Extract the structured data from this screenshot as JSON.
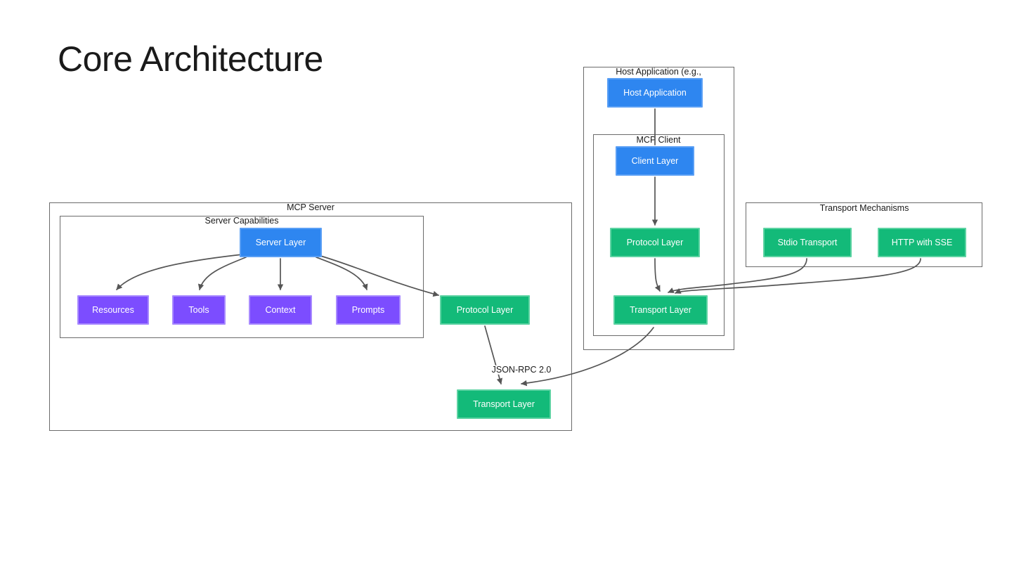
{
  "slide": {
    "title": "Core Architecture"
  },
  "clusters": [
    {
      "id": "mcp-server",
      "label": "MCP Server"
    },
    {
      "id": "server-capabilities",
      "label": "Server Capabilities"
    },
    {
      "id": "host-application",
      "label": "Host Application (e.g.,"
    },
    {
      "id": "mcp-client",
      "label": "MCP Client"
    },
    {
      "id": "transport-mechanisms",
      "label": "Transport Mechanisms"
    }
  ],
  "nodes": [
    {
      "id": "server-layer",
      "label": "Server Layer",
      "type": "blue"
    },
    {
      "id": "resources",
      "label": "Resources",
      "type": "purple"
    },
    {
      "id": "tools",
      "label": "Tools",
      "type": "purple"
    },
    {
      "id": "context",
      "label": "Context",
      "type": "purple"
    },
    {
      "id": "prompts",
      "label": "Prompts",
      "type": "purple"
    },
    {
      "id": "server-protocol-layer",
      "label": "Protocol Layer",
      "type": "green"
    },
    {
      "id": "server-transport-layer",
      "label": "Transport Layer",
      "type": "green"
    },
    {
      "id": "host-application-node",
      "label": "Host Application",
      "type": "blue"
    },
    {
      "id": "client-layer",
      "label": "Client Layer",
      "type": "blue"
    },
    {
      "id": "client-protocol-layer",
      "label": "Protocol Layer",
      "type": "green"
    },
    {
      "id": "client-transport-layer",
      "label": "Transport Layer",
      "type": "green"
    },
    {
      "id": "stdio-transport",
      "label": "Stdio Transport",
      "type": "green"
    },
    {
      "id": "http-with-sse",
      "label": "HTTP with SSE",
      "type": "green"
    }
  ],
  "edge_labels": [
    {
      "id": "json-rpc",
      "label": "JSON-RPC 2.0"
    }
  ],
  "colors": {
    "blue_fill": "#2e86f0",
    "blue_border": "#5a9ff5",
    "purple_fill": "#7c4dff",
    "purple_border": "#a98bff",
    "green_fill": "#13ba79",
    "green_border": "#5ed3a3",
    "cluster_border": "#6b6b6b",
    "edge_stroke": "#555555",
    "text": "#1a1a1a",
    "background": "#ffffff"
  }
}
